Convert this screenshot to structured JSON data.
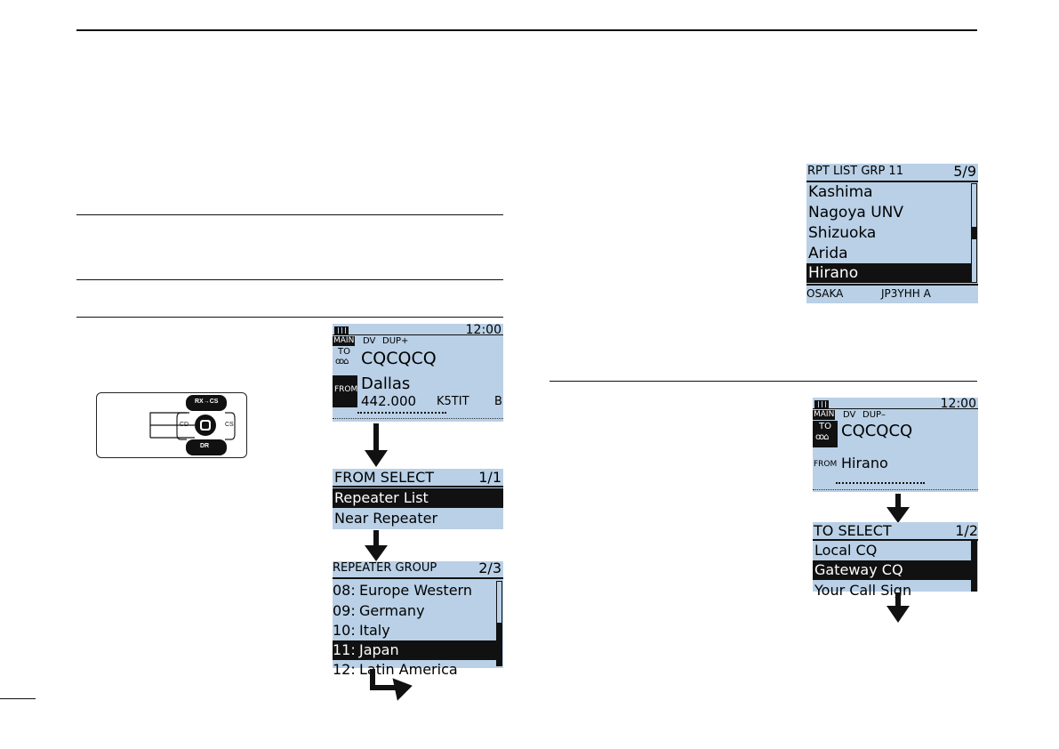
{
  "main_screen": {
    "time": "12:00",
    "main_tag": "MAIN",
    "mode": "DV",
    "dup": "DUP+",
    "to_label": "TO",
    "to_value": "CQCQCQ",
    "from_label": "FROM",
    "from_value": "Dallas",
    "frequency": "442.000",
    "callsign": "K5TIT",
    "suffix": "B"
  },
  "keypad": {
    "top_key": "RX→CS",
    "left_key": "CD",
    "right_key": "CS",
    "bottom_key": "DR"
  },
  "from_select": {
    "title": "FROM SELECT",
    "page": "1/1",
    "items": [
      "Repeater List",
      "Near Repeater"
    ],
    "selected": 0
  },
  "repeater_group": {
    "title": "REPEATER GROUP",
    "page": "2/3",
    "items": [
      {
        "num": "08:",
        "label": "Europe Western"
      },
      {
        "num": "09:",
        "label": "Germany"
      },
      {
        "num": "10:",
        "label": "Italy"
      },
      {
        "num": "11:",
        "label": "Japan"
      },
      {
        "num": "12:",
        "label": "Latin America"
      }
    ],
    "selected": 3
  },
  "rpt_list": {
    "title": "RPT LIST GRP 11",
    "page": "5/9",
    "items": [
      "Kashima",
      "Nagoya UNV",
      "Shizuoka",
      "Arida",
      "Hirano"
    ],
    "selected": 4,
    "footer_area": "OSAKA",
    "footer_call": "JP3YHH A"
  },
  "main_screen_2": {
    "time": "12:00",
    "main_tag": "MAIN",
    "mode": "DV",
    "dup": "DUP–",
    "to_label": "TO",
    "to_value": "CQCQCQ",
    "from_label": "FROM",
    "from_value": "Hirano"
  },
  "to_select": {
    "title": "TO SELECT",
    "page": "1/2",
    "items": [
      "Local CQ",
      "Gateway CQ",
      "Your Call Sign"
    ],
    "selected": 1
  },
  "colors": {
    "lcd_background": "#b9d0e6",
    "highlight": "#111111"
  }
}
